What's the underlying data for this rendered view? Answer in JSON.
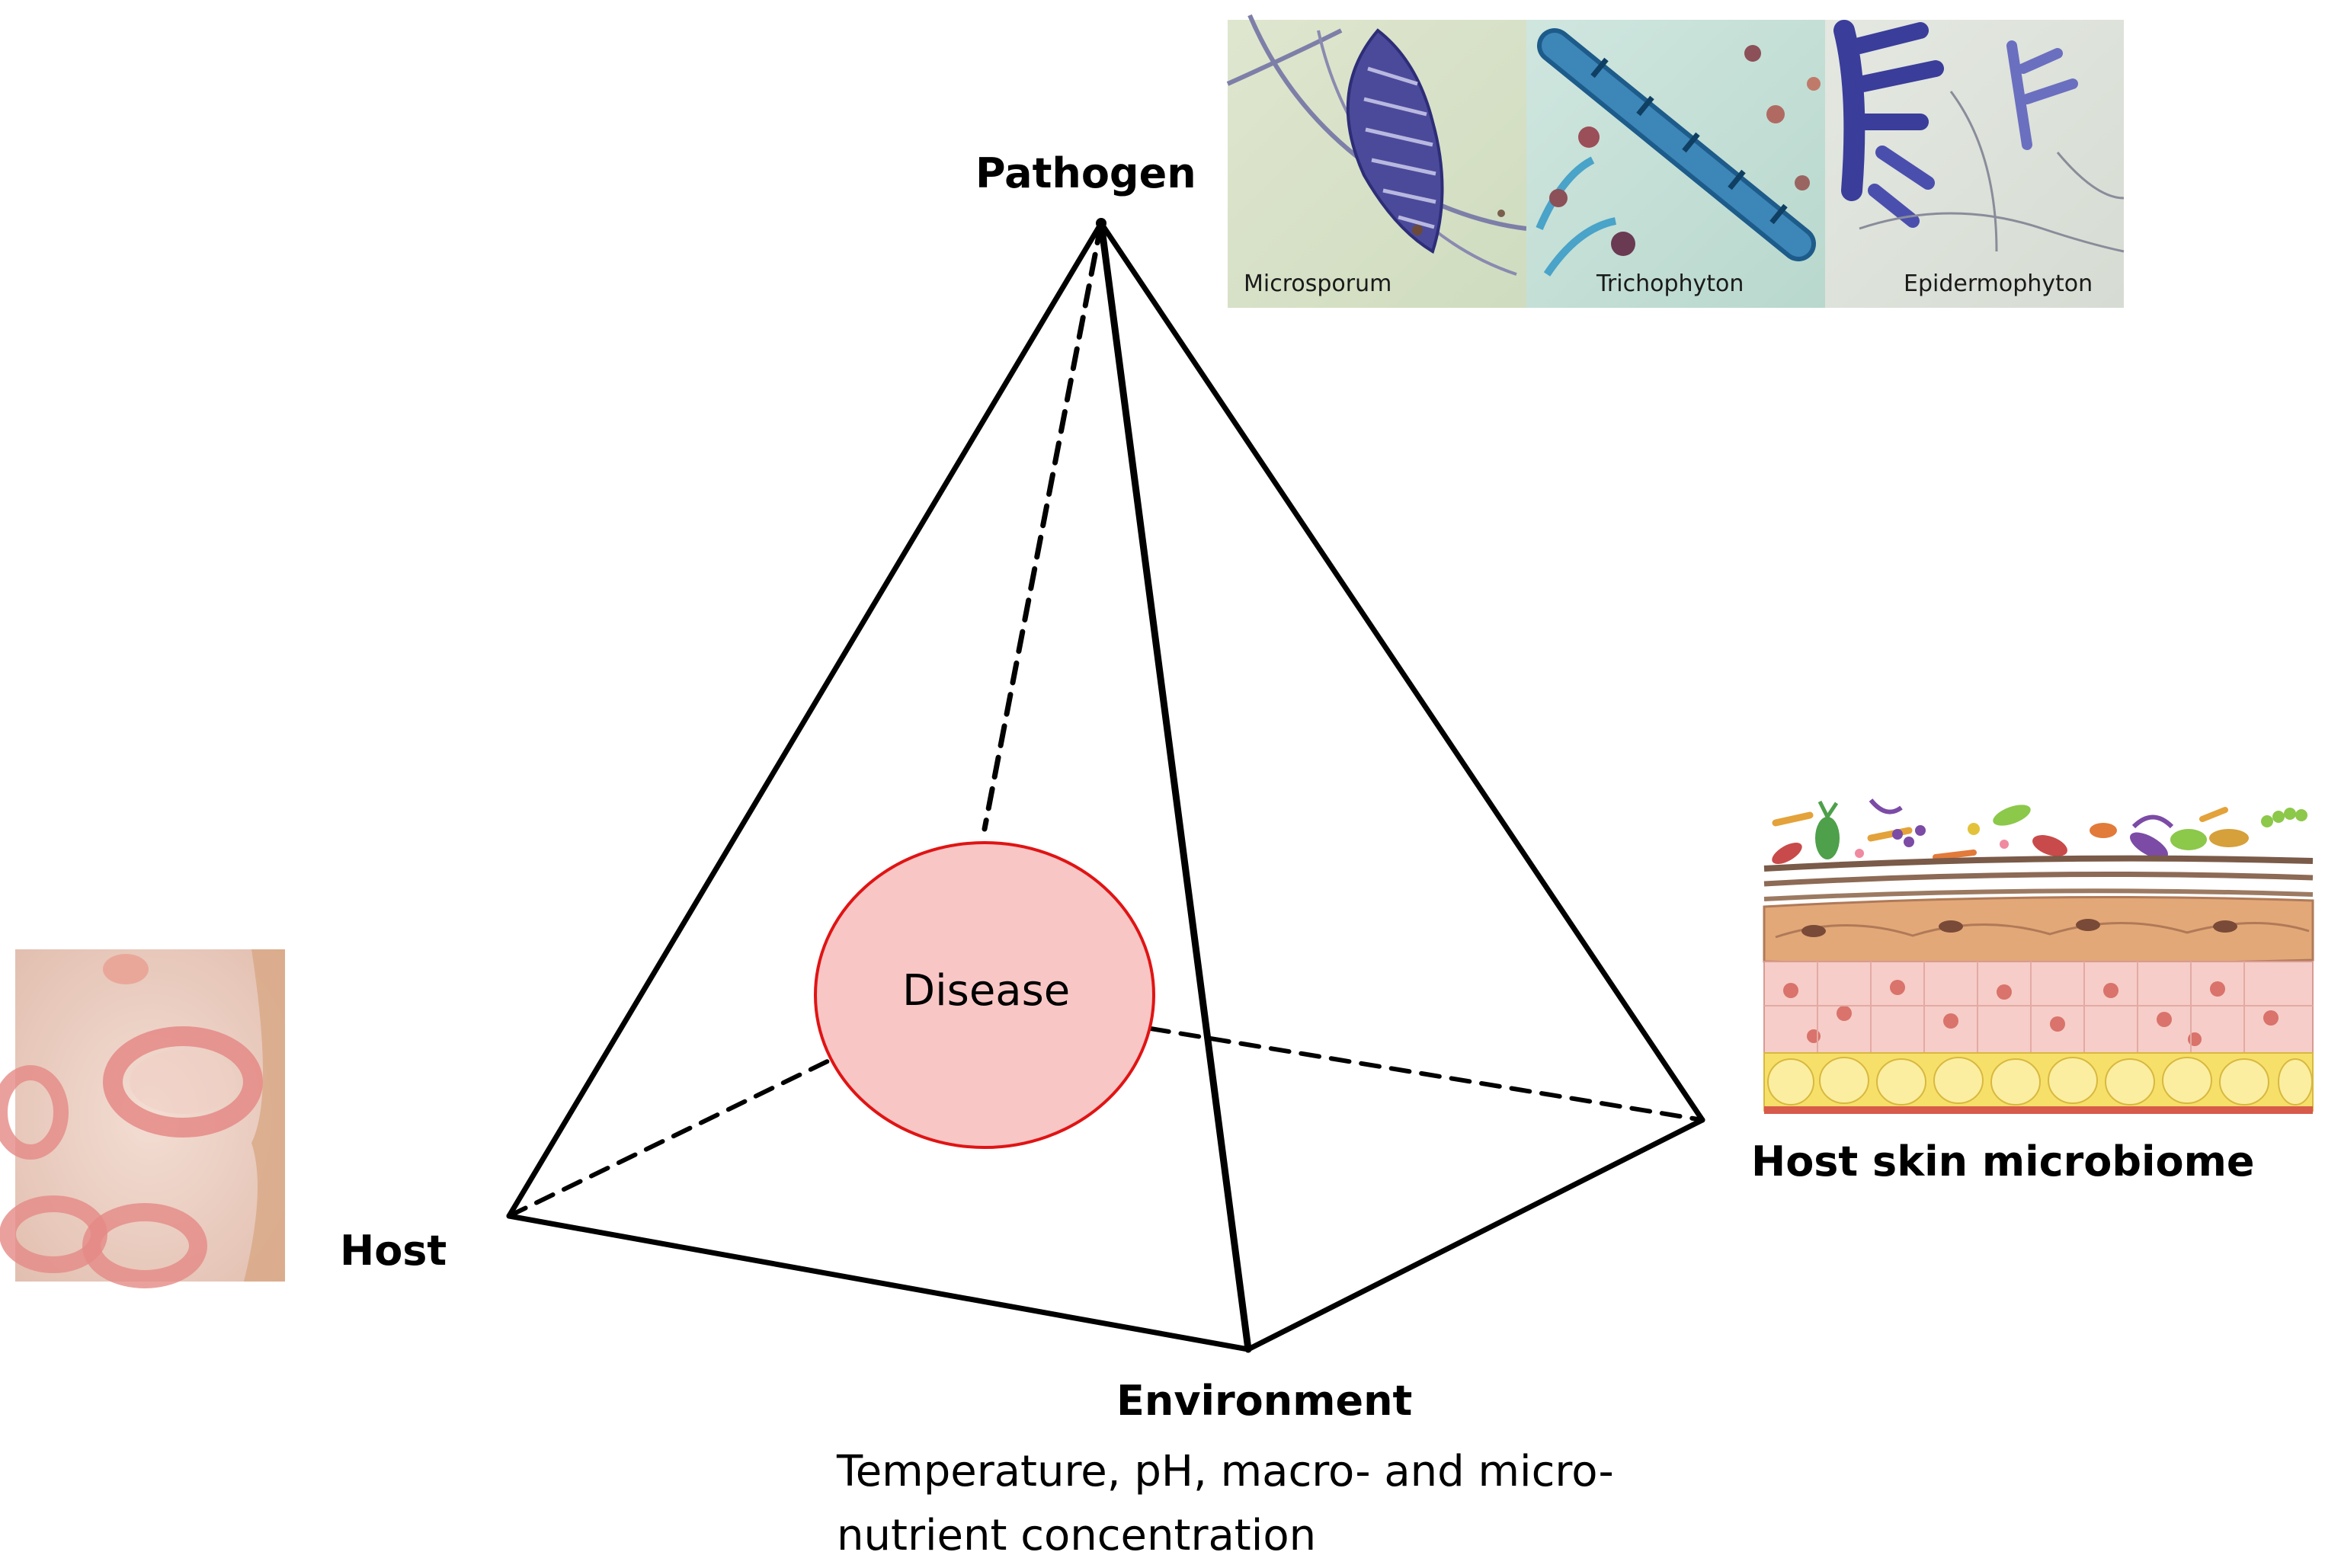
{
  "diagram": {
    "vertices": {
      "pathogen": "Pathogen",
      "host": "Host",
      "environment": "Environment",
      "microbiome": "Host skin microbiome"
    },
    "center": "Disease",
    "environment_description": "Temperature, pH, macro- and micro-nutrient concentration",
    "pathogen_panels": [
      {
        "caption": "Microsporum",
        "icon": "microsporum-macroconidium-icon"
      },
      {
        "caption": "Trichophyton",
        "icon": "trichophyton-hyphae-icon"
      },
      {
        "caption": "Epidermophyton",
        "icon": "epidermophyton-clubs-icon"
      }
    ],
    "host_image": "ringworm-skin-lesion-photo",
    "microbiome_image": "skin-layers-microbiome-illustration",
    "colors": {
      "disease_fill": "#f9c6c6",
      "disease_stroke": "#e01414",
      "edge": "#000000"
    }
  }
}
